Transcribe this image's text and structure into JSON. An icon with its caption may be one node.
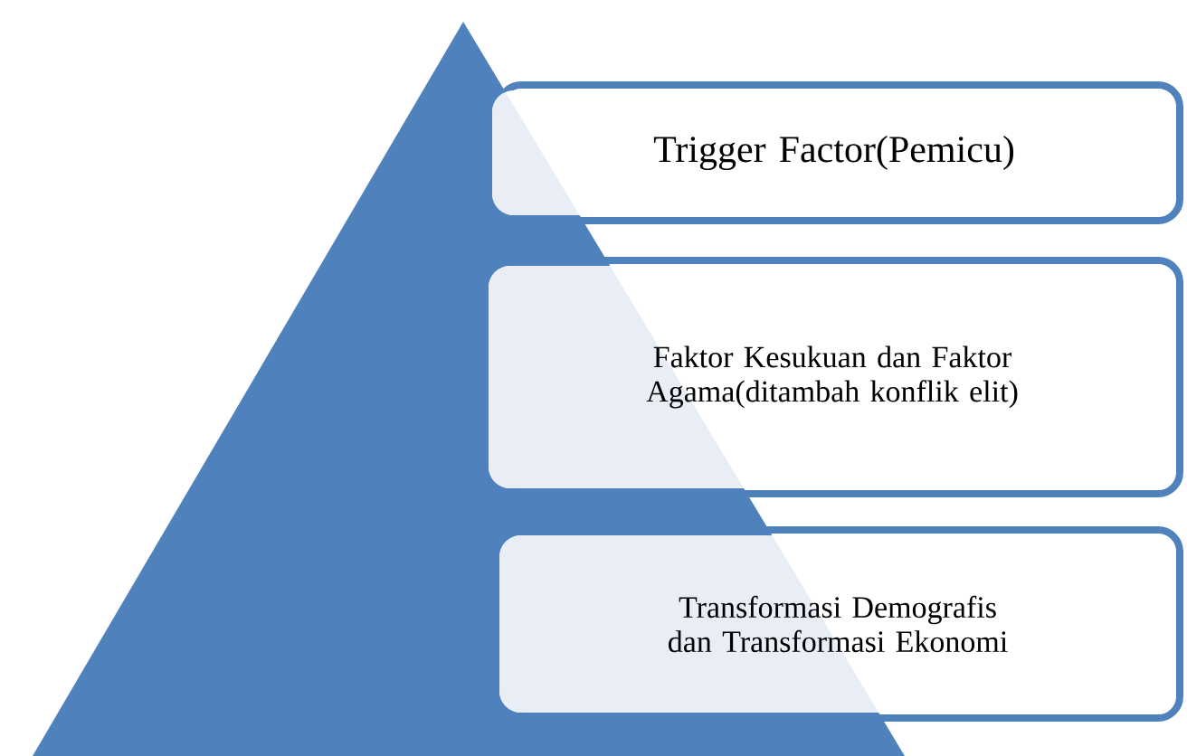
{
  "diagram": {
    "nodes": [
      {
        "text": [
          "Trigger Factor(Pemicu)"
        ]
      },
      {
        "text": [
          "Faktor Kesukuan dan Faktor Agama(ditambah konflik elit)"
        ]
      },
      {
        "text": [
          "Transformasi Demografis dan Transformasi Ekonomi"
        ]
      }
    ]
  }
}
